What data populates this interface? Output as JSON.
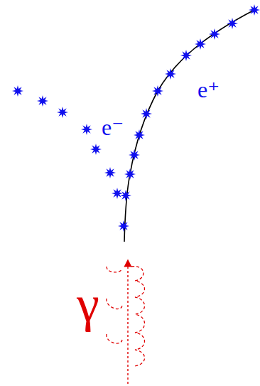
{
  "diagram": {
    "labels": [
      "e⁻",
      "e⁺",
      "γ"
    ]
  }
}
